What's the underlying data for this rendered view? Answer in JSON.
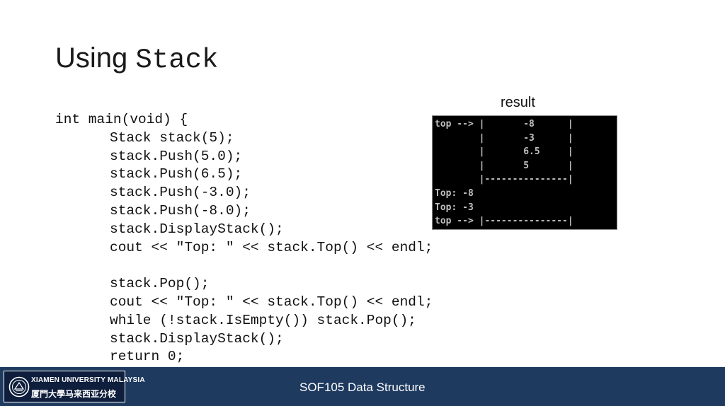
{
  "slide": {
    "title_prefix": "Using ",
    "title_code": "Stack"
  },
  "code": {
    "lines": [
      {
        "text": "int main(void) {",
        "indent": false
      },
      {
        "text": "Stack stack(5);",
        "indent": true
      },
      {
        "text": "stack.Push(5.0);",
        "indent": true
      },
      {
        "text": "stack.Push(6.5);",
        "indent": true
      },
      {
        "text": "stack.Push(-3.0);",
        "indent": true
      },
      {
        "text": "stack.Push(-8.0);",
        "indent": true
      },
      {
        "text": "stack.DisplayStack();",
        "indent": true
      },
      {
        "text": "cout << \"Top: \" << stack.Top() << endl;",
        "indent": true
      },
      {
        "text": "",
        "indent": true
      },
      {
        "text": "stack.Pop();",
        "indent": true
      },
      {
        "text": "cout << \"Top: \" << stack.Top() << endl;",
        "indent": true
      },
      {
        "text": "while (!stack.IsEmpty()) stack.Pop();",
        "indent": true
      },
      {
        "text": "stack.DisplayStack();",
        "indent": true
      },
      {
        "text": "return 0;",
        "indent": true
      }
    ]
  },
  "result": {
    "label": "result",
    "console_lines": [
      "top --> |       -8      |",
      "        |       -3      |",
      "        |       6.5     |",
      "        |       5       |",
      "        |---------------|",
      "Top: -8",
      "Top: -3",
      "top --> |---------------|"
    ]
  },
  "footer": {
    "logo_en": "XIAMEN UNIVERSITY MALAYSIA",
    "logo_cn": "厦門大學马来西亚分校",
    "course": "SOF105 Data Structure"
  },
  "colors": {
    "footer_bg": "#1e3a5f",
    "logo_bg": "#0f1e3c",
    "console_bg": "#000000",
    "console_text": "#c0c0c0"
  },
  "icons": {
    "logo_seal": "university-seal-icon"
  }
}
